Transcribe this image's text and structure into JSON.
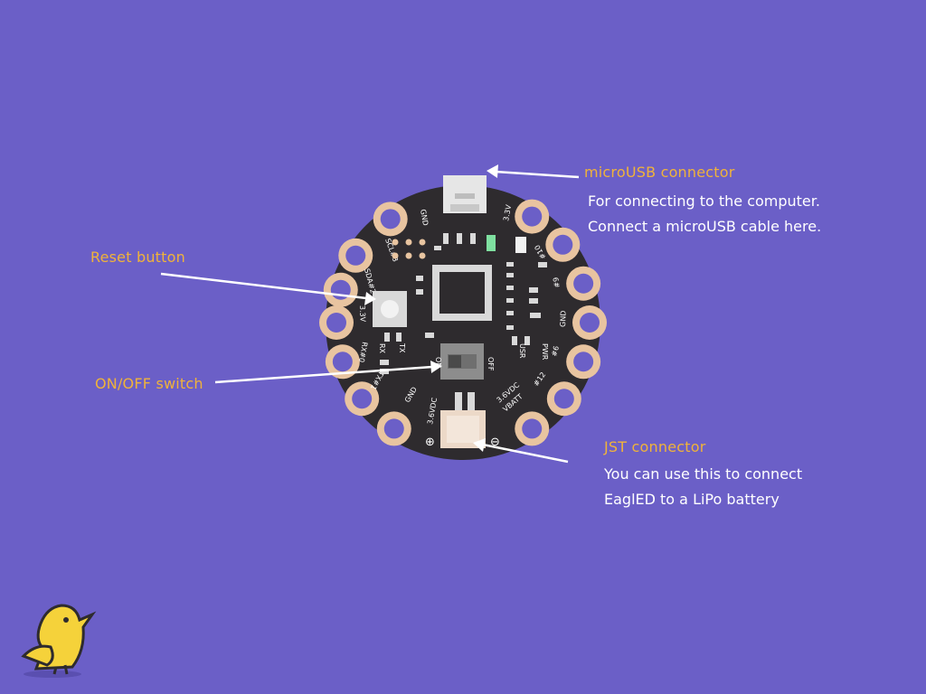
{
  "callouts": {
    "microusb": {
      "title": "microUSB connector",
      "lines": [
        "For connecting to the computer.",
        "Connect a microUSB cable here."
      ]
    },
    "reset": {
      "title": "Reset button"
    },
    "switch": {
      "title": "ON/OFF switch"
    },
    "jst": {
      "title": "JST connector",
      "lines": [
        "You can use this to connect",
        "EaglED to a LiPo battery"
      ]
    }
  },
  "board": {
    "pin_labels": [
      "GND",
      "SCL#3",
      "SDA#2",
      "3.3V",
      "RX#0",
      "TX#1",
      "GND",
      "3.6VDC",
      "3.6VDC",
      "VBATT",
      "#12",
      "#6",
      "GND",
      "#9",
      "#10",
      "3.3V"
    ],
    "inner_labels": [
      "RX",
      "TX",
      "ON",
      "OFF",
      "USR",
      "PWR"
    ],
    "polarity_plus": "⊕",
    "polarity_minus": "⊖"
  },
  "colors": {
    "background": "#6b5fc7",
    "board": "#2e2b2e",
    "pad": "#e8c4a0",
    "accent": "#f0b33a",
    "led_green": "#7fe0a0"
  },
  "logo": {
    "icon": "yellow-bird-icon"
  }
}
